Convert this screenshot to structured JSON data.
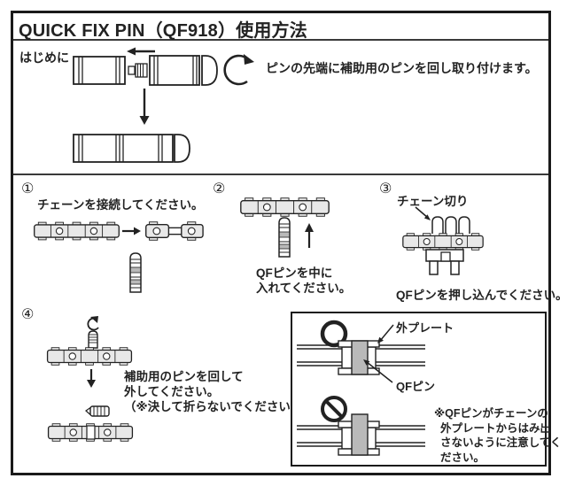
{
  "title": "QUICK FIX PIN（QF918）使用方法",
  "intro": {
    "label": "はじめに",
    "description": "ピンの先端に補助用のピンを回し取り付けます。"
  },
  "steps": [
    {
      "number": "①",
      "lines": [
        "チェーンを接続してください。"
      ]
    },
    {
      "number": "②",
      "lines": [
        "QFピンを中に",
        "入れてください。"
      ]
    },
    {
      "number": "③",
      "label": "チェーン切り",
      "lines": [
        "QFピンを押し込んでください。"
      ]
    },
    {
      "number": "④",
      "lines": [
        "補助用のピンを回して",
        "外してください。",
        "（※決して折らないでください。）"
      ]
    }
  ],
  "note_box": {
    "outer_plate_label": "外プレート",
    "qf_pin_label": "QFピン",
    "ok_icon": "circle-ok",
    "ng_icon": "prohibition-sign",
    "warning_lines": [
      "※QFピンがチェーンの",
      "外プレートからはみ出",
      "さないように注意してく",
      "ださい。"
    ]
  },
  "colors": {
    "ink": "#222222",
    "chain": "#e8e8e8",
    "shade": "#b9b9b9",
    "paper": "#ffffff"
  }
}
